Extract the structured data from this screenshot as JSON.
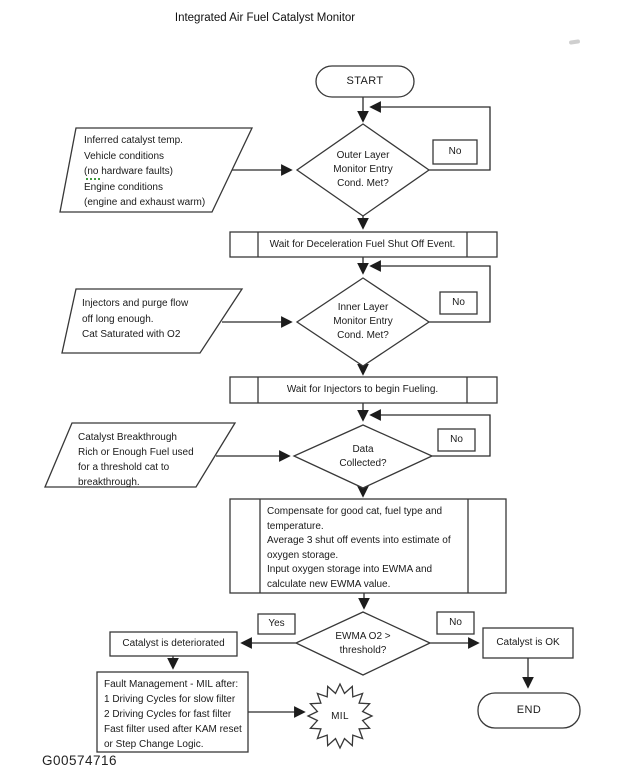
{
  "title": "Integrated Air Fuel Catalyst Monitor",
  "figure_code": "G00574716",
  "branch_labels": {
    "yes": "Yes",
    "no": "No"
  },
  "colors": {
    "line": "#383838",
    "text": "#1a1a1a",
    "background": "#ffffff",
    "squiggle": "#3f9b3f"
  },
  "flow": {
    "start": {
      "label": "START"
    },
    "cond_inputs_outer": {
      "lines": [
        "Inferred catalyst temp.",
        "Vehicle conditions",
        "(no hardware faults)",
        "Engine conditions",
        "(engine and exhaust warm)"
      ],
      "spellcheck_underlined_word": "no"
    },
    "decision_outer": {
      "lines": [
        "Outer Layer",
        "Monitor Entry",
        "Cond. Met?"
      ]
    },
    "wait_decel": {
      "label": "Wait for Deceleration Fuel Shut Off Event."
    },
    "cond_inputs_inner": {
      "lines": [
        "Injectors and purge flow",
        "off long enough.",
        "Cat Saturated with O2"
      ]
    },
    "decision_inner": {
      "lines": [
        "Inner Layer",
        "Monitor Entry",
        "Cond. Met?"
      ]
    },
    "wait_injectors": {
      "label": "Wait for Injectors to begin Fueling."
    },
    "cond_breakthrough": {
      "lines": [
        "Catalyst Breakthrough",
        "Rich or Enough Fuel used",
        "for a threshold cat to",
        "breakthrough."
      ]
    },
    "decision_data": {
      "lines": [
        "Data",
        "Collected?"
      ]
    },
    "compute_ewma": {
      "lines": [
        "Compensate for good cat, fuel type and",
        "temperature.",
        "Average 3 shut off events into estimate of",
        "oxygen storage.",
        "Input oxygen storage into EWMA and",
        "calculate new EWMA value."
      ]
    },
    "decision_ewma": {
      "lines": [
        "EWMA O2 >",
        "threshold?"
      ]
    },
    "catalyst_deteriorated": {
      "label": "Catalyst is deteriorated"
    },
    "fault_management": {
      "lines": [
        "Fault Management - MIL after:",
        "1 Driving Cycles for slow filter",
        "2 Driving Cycles for fast filter",
        "Fast filter used after KAM reset",
        "or Step Change Logic."
      ]
    },
    "mil": {
      "label": "MIL"
    },
    "catalyst_ok": {
      "label": "Catalyst is OK"
    },
    "end": {
      "label": "END"
    }
  }
}
